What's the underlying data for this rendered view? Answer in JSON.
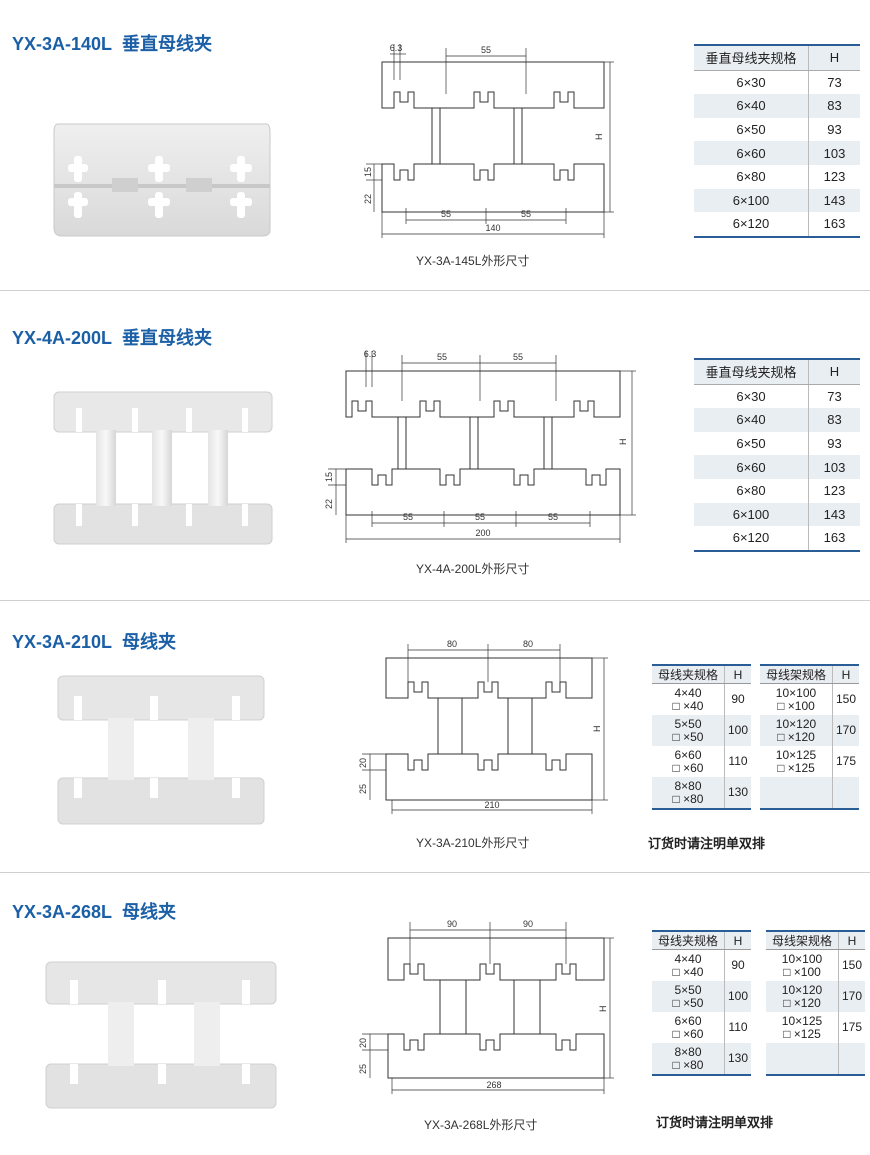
{
  "sections": [
    {
      "model": "YX-3A-140L",
      "name": "垂直母线夹",
      "caption": "YX-3A-145L外形尺寸",
      "dims": {
        "d1": "6.3",
        "d2": "55",
        "d3": "55",
        "d4": "55",
        "total": "140",
        "h": "H",
        "v1": "15",
        "v2": "22"
      },
      "table": {
        "col1": "垂直母线夹规格",
        "col2": "H",
        "rows": [
          [
            "6×30",
            "73"
          ],
          [
            "6×40",
            "83"
          ],
          [
            "6×50",
            "93"
          ],
          [
            "6×60",
            "103"
          ],
          [
            "6×80",
            "123"
          ],
          [
            "6×100",
            "143"
          ],
          [
            "6×120",
            "163"
          ]
        ]
      }
    },
    {
      "model": "YX-4A-200L",
      "name": "垂直母线夹",
      "caption": "YX-4A-200L外形尺寸",
      "dims": {
        "d1": "6.3",
        "d2": "55",
        "d3": "55",
        "b1": "55",
        "b2": "55",
        "b3": "55",
        "total": "200",
        "h": "H",
        "v1": "15",
        "v2": "22"
      },
      "table": {
        "col1": "垂直母线夹规格",
        "col2": "H",
        "rows": [
          [
            "6×30",
            "73"
          ],
          [
            "6×40",
            "83"
          ],
          [
            "6×50",
            "93"
          ],
          [
            "6×60",
            "103"
          ],
          [
            "6×80",
            "123"
          ],
          [
            "6×100",
            "143"
          ],
          [
            "6×120",
            "163"
          ]
        ]
      }
    },
    {
      "model": "YX-3A-210L",
      "name": "母线夹",
      "caption": "YX-3A-210L外形尺寸",
      "note": "订货时请注明单双排",
      "dims": {
        "t1": "80",
        "t2": "80",
        "total": "210",
        "h": "H",
        "v1": "20",
        "v2": "25"
      },
      "t1": {
        "col1": "母线夹规格",
        "col2": "H",
        "rows": [
          [
            "4×40",
            "□ ×40",
            "90"
          ],
          [
            "5×50",
            "□ ×50",
            "100"
          ],
          [
            "6×60",
            "□ ×60",
            "110"
          ],
          [
            "8×80",
            "□ ×80",
            "130"
          ]
        ]
      },
      "t2": {
        "col1": "母线架规格",
        "col2": "H",
        "rows": [
          [
            "10×100",
            "□ ×100",
            "150"
          ],
          [
            "10×120",
            "□ ×120",
            "170"
          ],
          [
            "10×125",
            "□ ×125",
            "175"
          ],
          [
            "",
            "",
            ""
          ]
        ]
      }
    },
    {
      "model": "YX-3A-268L",
      "name": "母线夹",
      "caption": "YX-3A-268L外形尺寸",
      "note": "订货时请注明单双排",
      "dims": {
        "t1": "90",
        "t2": "90",
        "total": "268",
        "h": "H",
        "v1": "20",
        "v2": "25"
      },
      "t1": {
        "col1": "母线夹规格",
        "col2": "H",
        "rows": [
          [
            "4×40",
            "□ ×40",
            "90"
          ],
          [
            "5×50",
            "□ ×50",
            "100"
          ],
          [
            "6×60",
            "□ ×60",
            "110"
          ],
          [
            "8×80",
            "□ ×80",
            "130"
          ]
        ]
      },
      "t2": {
        "col1": "母线架规格",
        "col2": "H",
        "rows": [
          [
            "10×100",
            "□ ×100",
            "150"
          ],
          [
            "10×120",
            "□ ×120",
            "170"
          ],
          [
            "10×125",
            "□ ×125",
            "175"
          ],
          [
            "",
            "",
            ""
          ]
        ]
      }
    }
  ]
}
